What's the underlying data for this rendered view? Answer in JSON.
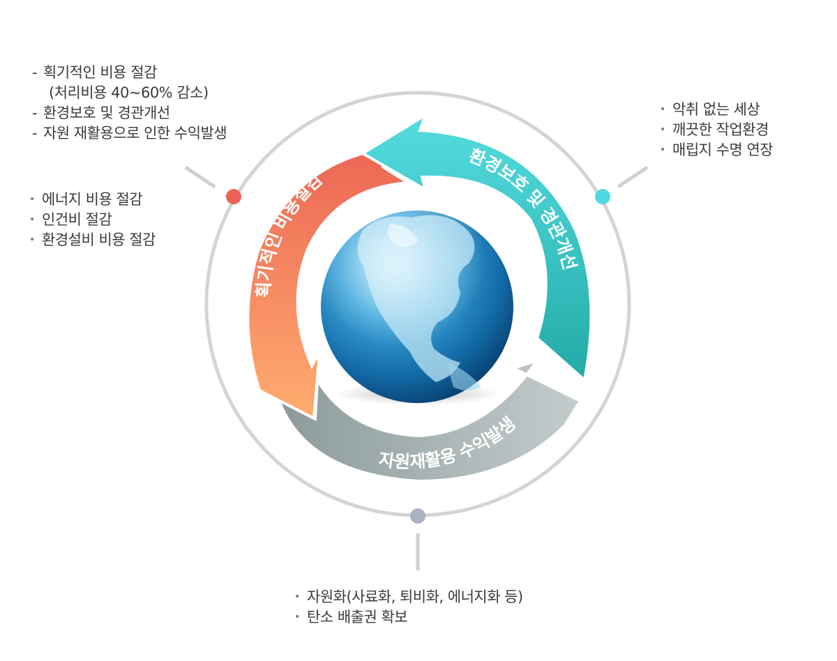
{
  "cycle": {
    "segment_left": "획기적인 비용절감",
    "segment_right": "환경보호 및 경관개선",
    "segment_bottom": "자원재활용 수익발생"
  },
  "notes": {
    "top_left": [
      "획기적인 비용 절감",
      "(처리비용 40~60% 감소)",
      "환경보호 및 경관개선",
      "자원 재활용으로 인한 수익발생"
    ],
    "mid_left": [
      "에너지 비용 절감",
      "인건비 절감",
      "환경설비 비용 절감"
    ],
    "top_right": [
      "악취 없는 세상",
      "깨끗한 작업환경",
      "매립지 수명 연장"
    ],
    "bottom": [
      "자원화(사료화, 퇴비화, 에너지화 등)",
      "탄소 배출권 확보"
    ]
  },
  "colors": {
    "orange_top": "#ee6a57",
    "orange_bottom": "#ffa66c",
    "teal": "#2fb8b6",
    "grey": "#a3adad",
    "dot_red": "#ec6456",
    "dot_cyan": "#4fd8e0",
    "dot_grey": "#a9b3c2",
    "ring": "#d4d4d4"
  },
  "icons": [
    "globe-icon"
  ]
}
